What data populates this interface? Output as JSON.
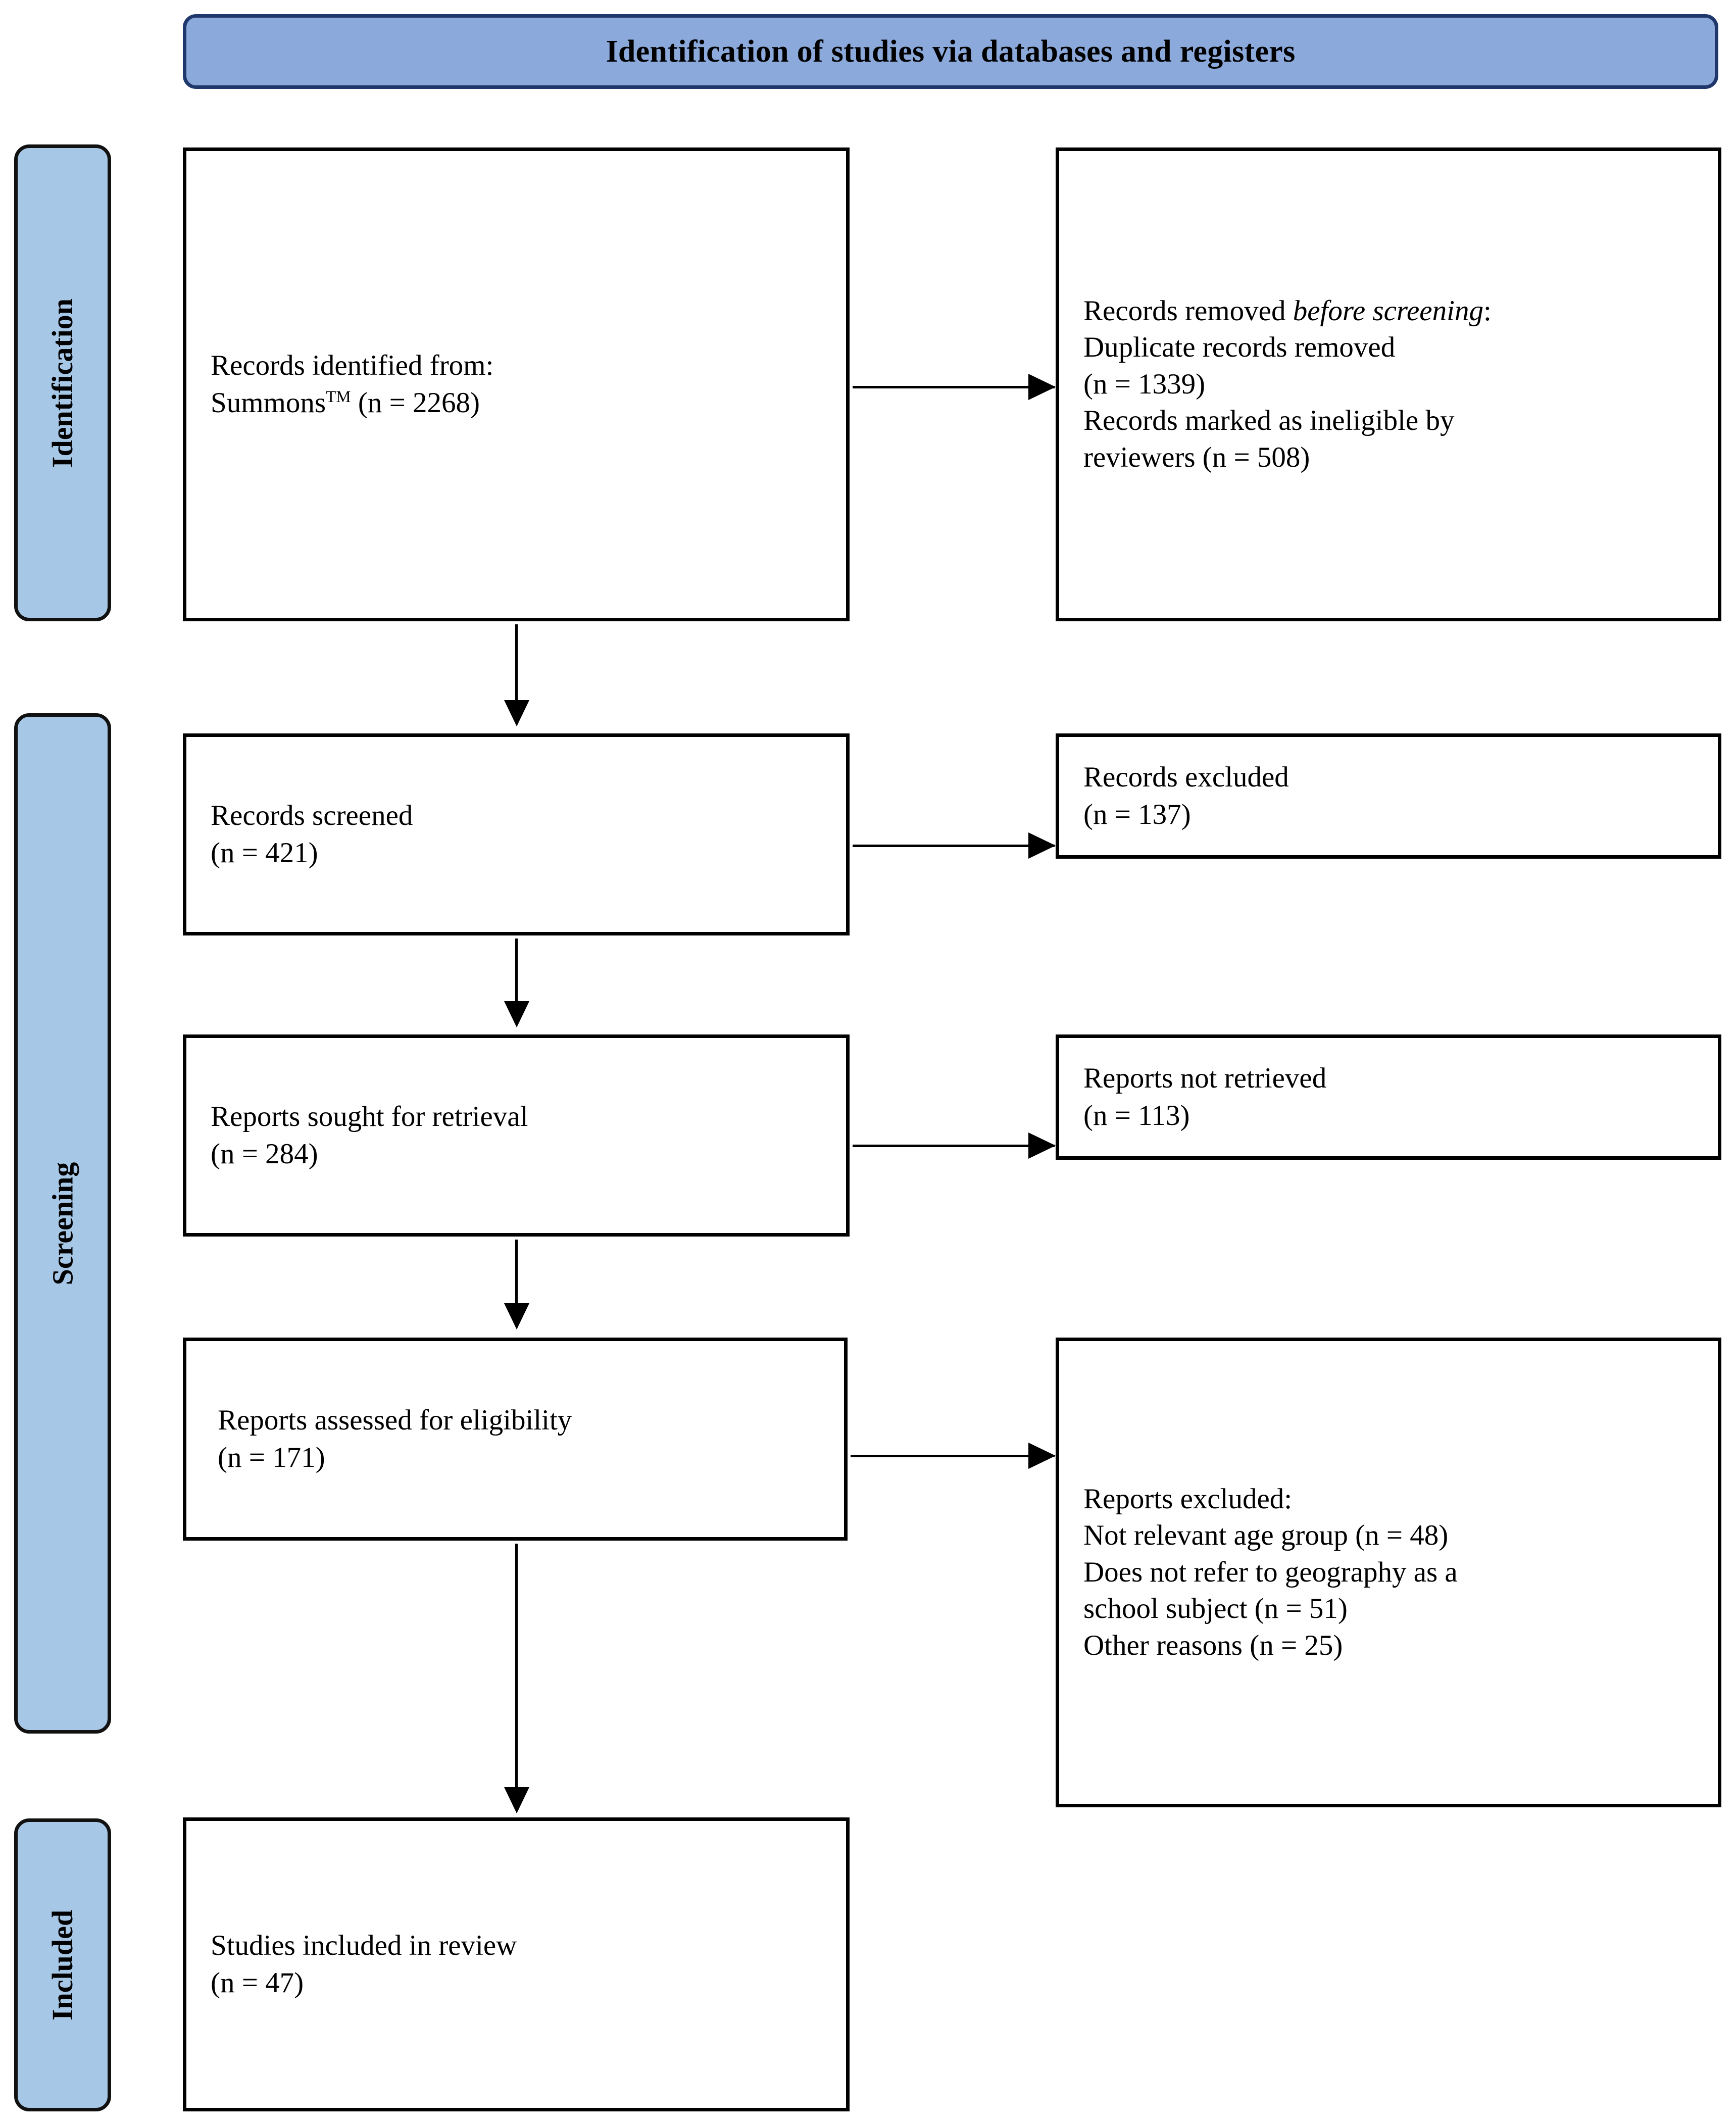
{
  "banner": {
    "title": "Identification of studies via databases and registers",
    "fill_color": "#8CA9DC",
    "border_color": "#20376B"
  },
  "stages": {
    "fill_color": "#A7C7E7",
    "border_color": "#111111",
    "identification": "Identification",
    "screening": "Screening",
    "included": "Included"
  },
  "chart_data": {
    "type": "diagram",
    "title": "Identification of studies via databases and registers",
    "diagram_kind": "PRISMA 2020 flow diagram",
    "stages": [
      "Identification",
      "Screening",
      "Included"
    ],
    "nodes": [
      {
        "id": "identified",
        "stage": "Identification",
        "column": "left",
        "label": "Records identified from:\nSummons™ (n = 2268)",
        "n": 2268
      },
      {
        "id": "removed",
        "stage": "Identification",
        "column": "right",
        "label": "Records removed before screening:\nDuplicate records removed (n = 1339)\nRecords marked as ineligible by reviewers (n = 508)",
        "n": [
          1339,
          508
        ]
      },
      {
        "id": "screened",
        "stage": "Screening",
        "column": "left",
        "label": "Records screened (n = 421)",
        "n": 421
      },
      {
        "id": "excluded",
        "stage": "Screening",
        "column": "right",
        "label": "Records excluded (n = 137)",
        "n": 137
      },
      {
        "id": "sought",
        "stage": "Screening",
        "column": "left",
        "label": "Reports sought for retrieval (n = 284)",
        "n": 284
      },
      {
        "id": "notretrieved",
        "stage": "Screening",
        "column": "right",
        "label": "Reports not retrieved (n = 113)",
        "n": 113
      },
      {
        "id": "assessed",
        "stage": "Screening",
        "column": "left",
        "label": "Reports assessed for eligibility (n = 171)",
        "n": 171
      },
      {
        "id": "repexcluded",
        "stage": "Screening",
        "column": "right",
        "label": "Reports excluded:\nNot relevant age group (n = 48)\nDoes not refer to geography as a school subject (n = 51)\nOther reasons (n = 25)",
        "n": [
          48,
          51,
          25
        ]
      },
      {
        "id": "included",
        "stage": "Included",
        "column": "left",
        "label": "Studies included in review (n = 47)",
        "n": 47
      }
    ],
    "edges": [
      {
        "from": "identified",
        "to": "removed",
        "direction": "right"
      },
      {
        "from": "identified",
        "to": "screened",
        "direction": "down"
      },
      {
        "from": "screened",
        "to": "excluded",
        "direction": "right"
      },
      {
        "from": "screened",
        "to": "sought",
        "direction": "down"
      },
      {
        "from": "sought",
        "to": "notretrieved",
        "direction": "right"
      },
      {
        "from": "sought",
        "to": "assessed",
        "direction": "down"
      },
      {
        "from": "assessed",
        "to": "repexcluded",
        "direction": "right"
      },
      {
        "from": "assessed",
        "to": "included",
        "direction": "down"
      }
    ]
  },
  "boxes": {
    "identified": {
      "line1": "Records identified from:",
      "line2_prefix": "Summons",
      "line2_sup": "TM",
      "line2_suffix": " (n = 2268)"
    },
    "removed": {
      "line1_plain": "Records removed ",
      "line1_italic": "before screening",
      "line1_end": ":",
      "line2": "Duplicate records removed",
      "line3": "(n = 1339)",
      "line4": "Records marked as ineligible by",
      "line5": "reviewers (n = 508)"
    },
    "screened": {
      "line1": "Records screened",
      "line2": "(n = 421)"
    },
    "excluded": {
      "line1": "Records excluded",
      "line2": "(n = 137)"
    },
    "sought": {
      "line1": "Reports sought for retrieval",
      "line2": "(n = 284)"
    },
    "not_retrieved": {
      "line1": "Reports not retrieved",
      "line2": "(n = 113)"
    },
    "assessed": {
      "line1": "Reports assessed for eligibility",
      "line2": "(n = 171)"
    },
    "reports_excluded": {
      "line1": "Reports excluded:",
      "line2": "Not relevant age group (n = 48)",
      "line3": "Does not refer to geography as a",
      "line4": "school subject (n = 51)",
      "line5": "Other reasons (n = 25)"
    },
    "included": {
      "line1": "Studies included in review",
      "line2": "(n = 47)"
    }
  }
}
